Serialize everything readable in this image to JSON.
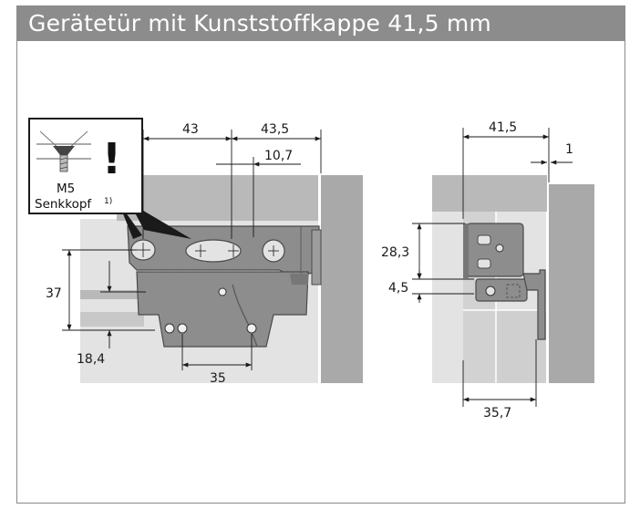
{
  "header": {
    "title": "Gerätetür mit Kunststoffkappe 41,5 mm"
  },
  "callout": {
    "screw_size": "M5",
    "screw_type": "Senkkopf",
    "footnote_mark": "1)",
    "warning_glyph": "!"
  },
  "left_view": {
    "dims": {
      "d43": "43",
      "d43_5": "43,5",
      "d10_7": "10,7",
      "d37": "37",
      "d18_4": "18,4",
      "d35": "35"
    }
  },
  "right_view": {
    "dims": {
      "d41_5": "41,5",
      "d1": "1",
      "d28_3": "28,3",
      "d4_5": "4,5",
      "d35_7": "35,7"
    }
  },
  "colors": {
    "header_bg": "#8c8c8c",
    "panel_light": "#e3e3e3",
    "panel_mid": "#b9b9b9",
    "metal": "#8d8d8d",
    "metal_dark": "#5c5c5c"
  }
}
